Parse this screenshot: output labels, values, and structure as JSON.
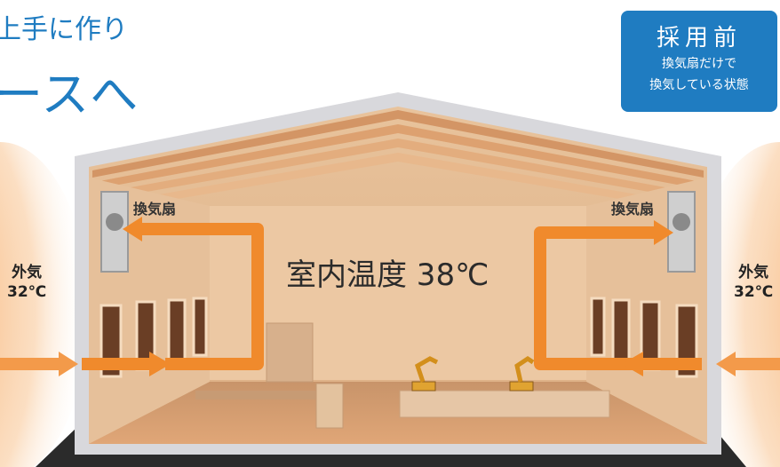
{
  "header": {
    "line1": "上手に作り",
    "line2": "ースへ"
  },
  "badge": {
    "title": "採用前",
    "desc_line1": "換気扇だけで",
    "desc_line2": "換気している状態"
  },
  "fan_left_label": "換気扇",
  "fan_right_label": "換気扇",
  "indoor_temp": "室内温度 38℃",
  "outside_left": {
    "label": "外気",
    "temp": "32℃"
  },
  "outside_right": {
    "label": "外気",
    "temp": "32℃"
  },
  "colors": {
    "brand_blue": "#1f7cc1",
    "heat_orange": "#f08a2c",
    "interior_warm": "#e9c6a0"
  }
}
